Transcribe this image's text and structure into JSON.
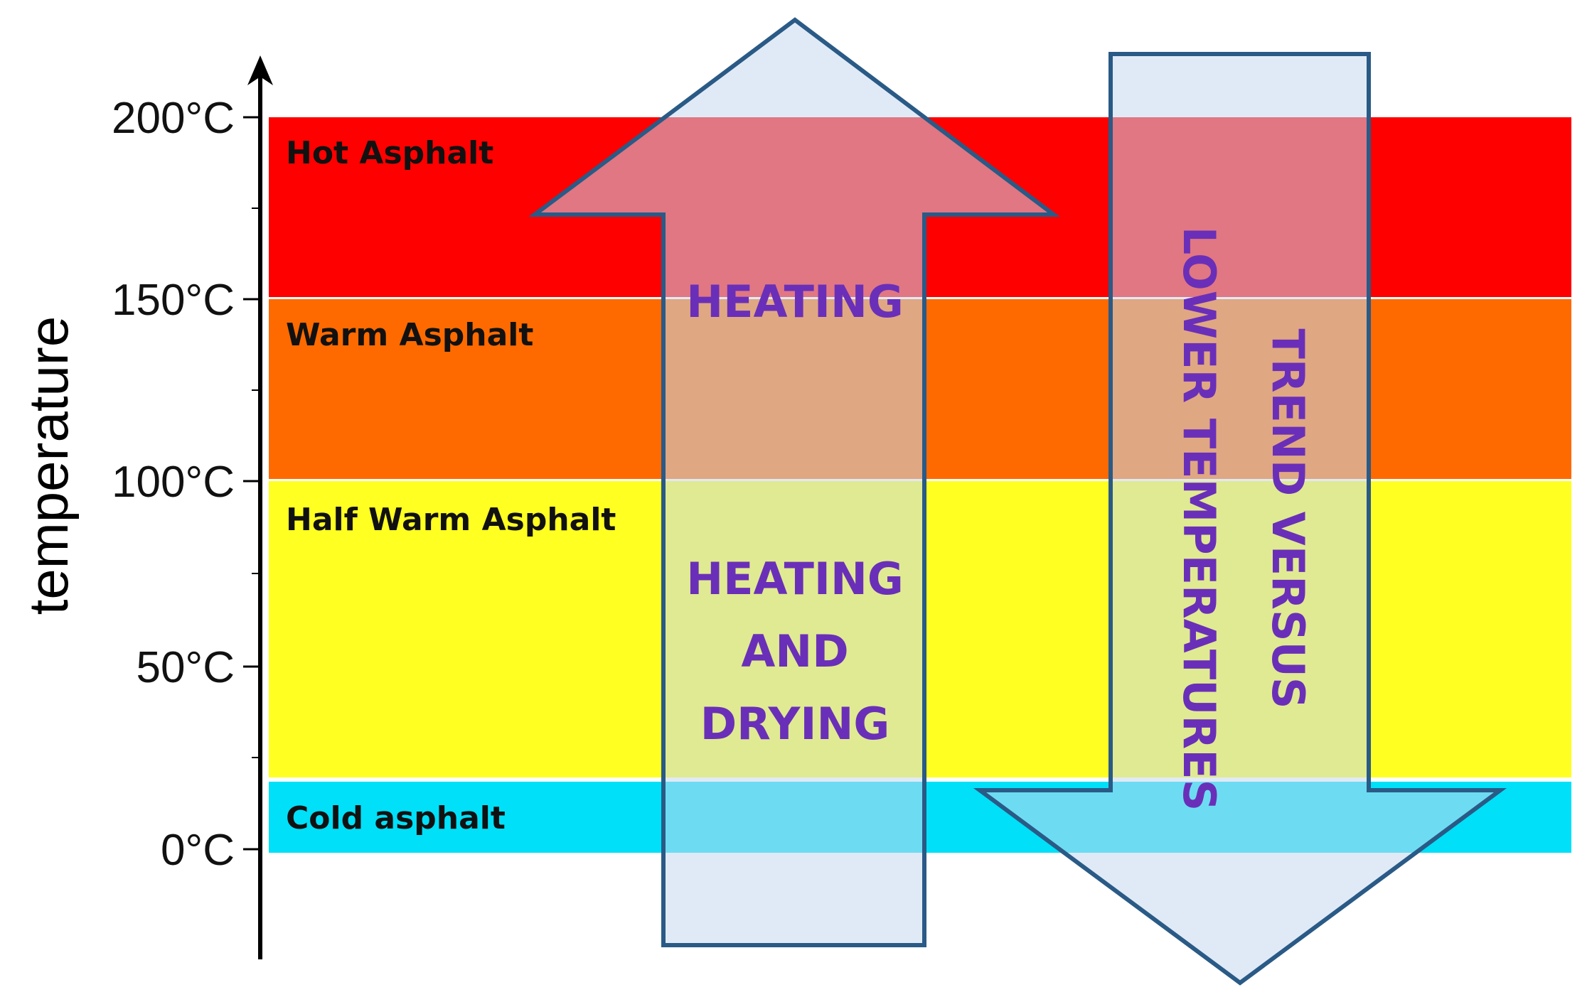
{
  "axis": {
    "label": "temperature",
    "ticks": [
      "200°C",
      "150°C",
      "100°C",
      "50°C",
      "0°C"
    ]
  },
  "bands": [
    {
      "label": "Hot Asphalt",
      "color": "#ff0000"
    },
    {
      "label": "Warm Asphalt",
      "color": "#ff6a00"
    },
    {
      "label": "Half Warm Asphalt",
      "color": "#ffff22"
    },
    {
      "label": "Cold asphalt",
      "color": "#00e0f8"
    }
  ],
  "up_arrow": {
    "label_upper": "HEATING",
    "label_lower": [
      "HEATING",
      "AND",
      "DRYING"
    ]
  },
  "down_arrow": {
    "line1": "LOWER TEMPERATURES",
    "line2": "TREND VERSUS"
  },
  "colors": {
    "arrow_fill": "#c7d8ee",
    "arrow_stroke": "#2a5a86",
    "arrow_text": "#6a2fb8"
  }
}
